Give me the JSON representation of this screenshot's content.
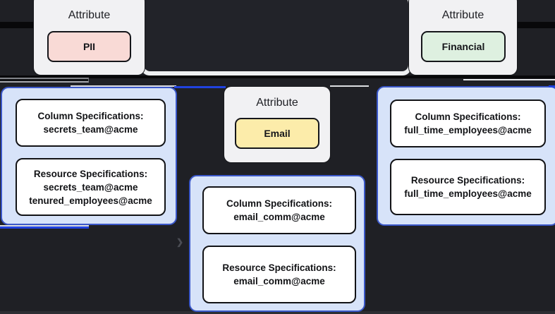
{
  "diagram": {
    "attribute_groups": [
      {
        "title": "Attribute",
        "tag": {
          "label": "PII",
          "fill": "#f9dad6"
        }
      },
      {
        "title": "Attribute",
        "tag": {
          "label": "Financial",
          "fill": "#def0e0"
        }
      },
      {
        "title": "Attribute",
        "tag": {
          "label": "Email",
          "fill": "#fcecaa"
        }
      }
    ],
    "spec_containers": [
      {
        "name": "pii-specs",
        "boxes": [
          {
            "title": "Column Specifications:",
            "values": [
              "secrets_team@acme"
            ]
          },
          {
            "title": "Resource Specifications:",
            "values": [
              "secrets_team@acme",
              "tenured_employees@acme"
            ]
          }
        ]
      },
      {
        "name": "email-specs",
        "boxes": [
          {
            "title": "Column Specifications:",
            "values": [
              "email_comm@acme"
            ]
          },
          {
            "title": "Resource Specifications:",
            "values": [
              "email_comm@acme"
            ]
          }
        ]
      },
      {
        "name": "financial-specs",
        "boxes": [
          {
            "title": "Column Specifications:",
            "values": [
              "full_time_employees@acme"
            ]
          },
          {
            "title": "Resource Specifications:",
            "values": [
              "full_time_employees@acme"
            ]
          }
        ]
      }
    ],
    "decor": {
      "chevron_glyph": "❯"
    },
    "colors": {
      "background": "#1f2025",
      "band_black": "#08080a",
      "group_fill": "#f1f1f3",
      "container_fill": "#d7e3f9",
      "container_border": "#3a57c9",
      "node_border": "#15161a",
      "edge_blue": "#2042e0",
      "text": "#121316"
    }
  }
}
